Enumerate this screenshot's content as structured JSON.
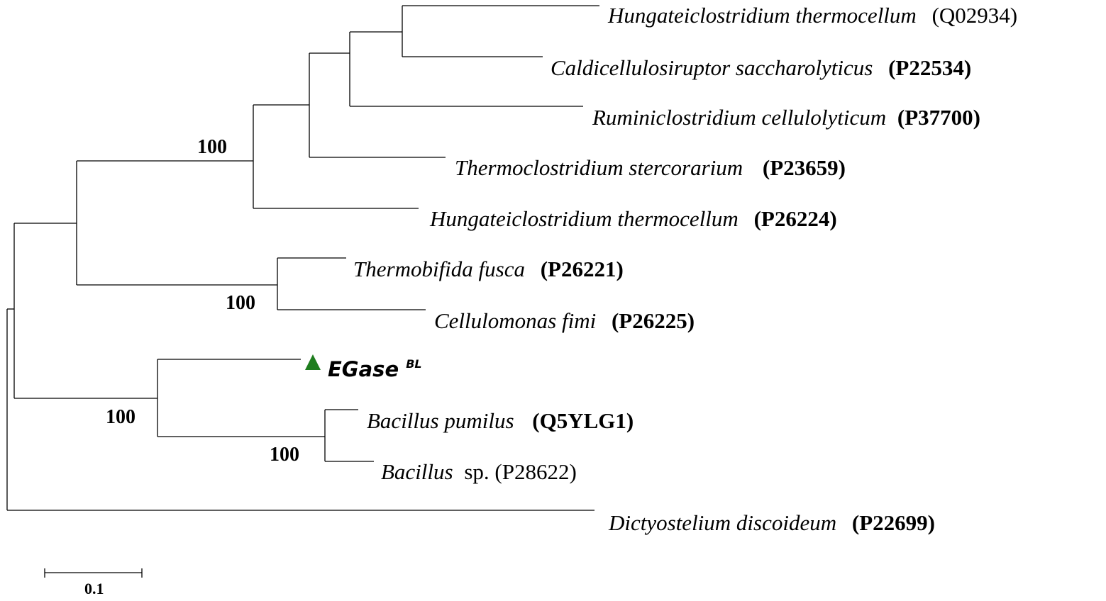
{
  "tree": {
    "leaves": [
      {
        "species": "Hungateiclostridium thermocellum",
        "accession": "(Q02934)",
        "species_bold": false,
        "accession_bold": false
      },
      {
        "species": "Caldicellulosiruptor saccharolyticus",
        "accession": "(P22534)",
        "species_bold": false,
        "accession_bold": true
      },
      {
        "species": "Ruminiclostridium cellulolyticum",
        "accession": "(P37700)",
        "species_bold": false,
        "accession_bold": true
      },
      {
        "species": "Thermoclostridium stercorarium",
        "accession": "(P23659)",
        "species_bold": false,
        "accession_bold": true
      },
      {
        "species": "Hungateiclostridium thermocellum",
        "accession": "(P26224)",
        "species_bold": false,
        "accession_bold": true
      },
      {
        "species": "Thermobifida  fusca",
        "accession": "(P26221)",
        "species_bold": false,
        "accession_bold": true
      },
      {
        "species": "Cellulomonas fimi",
        "accession": "(P26225)",
        "species_bold": false,
        "accession_bold": true
      },
      {
        "species": "Bacillus pumilus",
        "accession": "(Q5YLG1)",
        "species_bold": false,
        "accession_bold": true
      },
      {
        "species": "Bacillus",
        "accession": "sp. (P28622)",
        "species_bold": false,
        "accession_bold": false
      },
      {
        "species": "Dictyostelium discoideum",
        "accession": "(P22699)",
        "species_bold": false,
        "accession_bold": true
      }
    ],
    "query": {
      "name": "EGase",
      "superscript": "BL",
      "marker": "triangle",
      "marker_color": "#1e7d1e"
    },
    "bootstrap_values": [
      "100",
      "100",
      "100",
      "100"
    ],
    "scale_bar": {
      "label": "0.1",
      "length": 0.1
    }
  }
}
